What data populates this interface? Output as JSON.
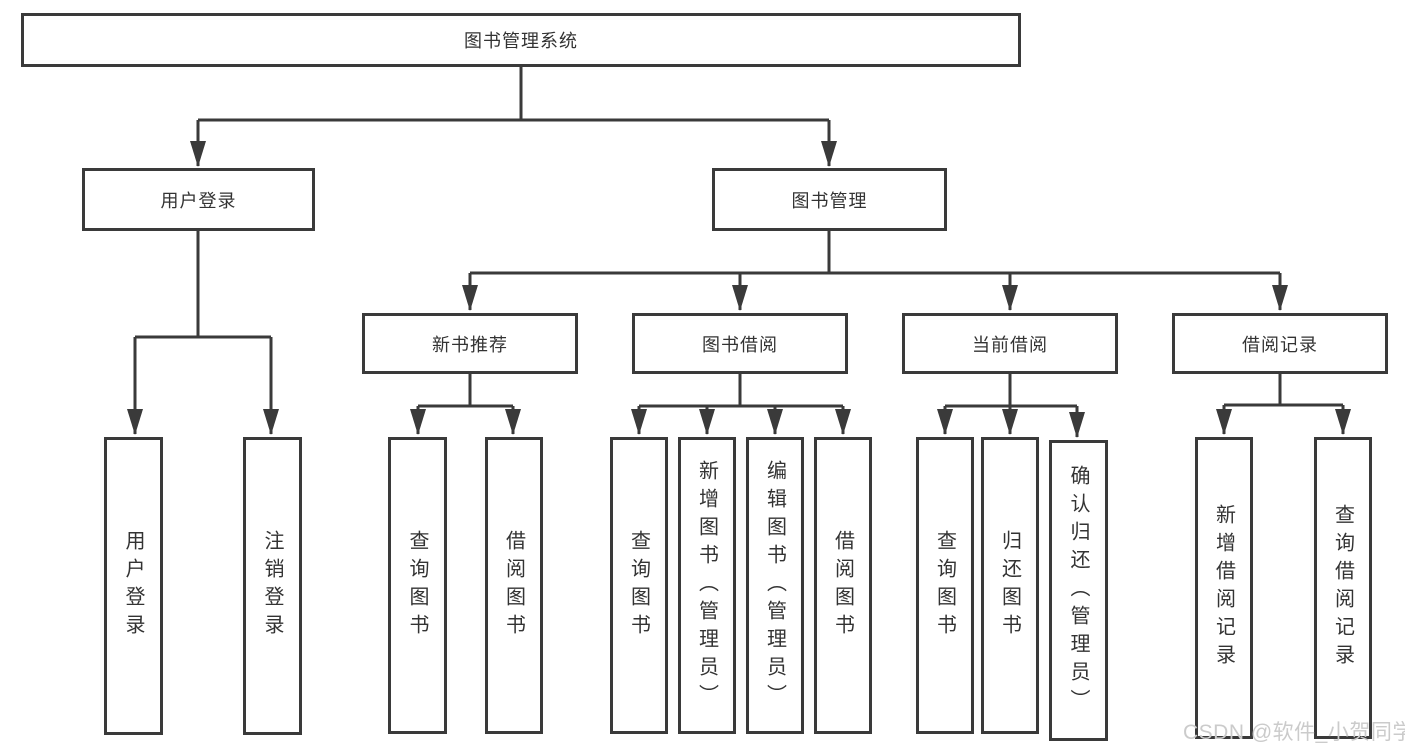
{
  "watermark": {
    "text": "CSDN @软件_小贺同学",
    "color": "#cbcbcb"
  },
  "colors": {
    "line": "#3a3a3a",
    "text": "#333333",
    "background": "#ffffff"
  },
  "tree": {
    "label": "图书管理系统",
    "children": [
      {
        "label": "用户登录",
        "children": [
          {
            "label": "用户登录"
          },
          {
            "label": "注销登录"
          }
        ]
      },
      {
        "label": "图书管理",
        "children": [
          {
            "label": "新书推荐",
            "children": [
              {
                "label": "查询图书"
              },
              {
                "label": "借阅图书"
              }
            ]
          },
          {
            "label": "图书借阅",
            "children": [
              {
                "label": "查询图书"
              },
              {
                "label": "新增图书（管理员）"
              },
              {
                "label": "编辑图书（管理员）"
              },
              {
                "label": "借阅图书"
              }
            ]
          },
          {
            "label": "当前借阅",
            "children": [
              {
                "label": "查询图书"
              },
              {
                "label": "归还图书"
              },
              {
                "label": "确认归还（管理员）"
              }
            ]
          },
          {
            "label": "借阅记录",
            "children": [
              {
                "label": "新增借阅记录"
              },
              {
                "label": "查询借阅记录"
              }
            ]
          }
        ]
      }
    ]
  }
}
